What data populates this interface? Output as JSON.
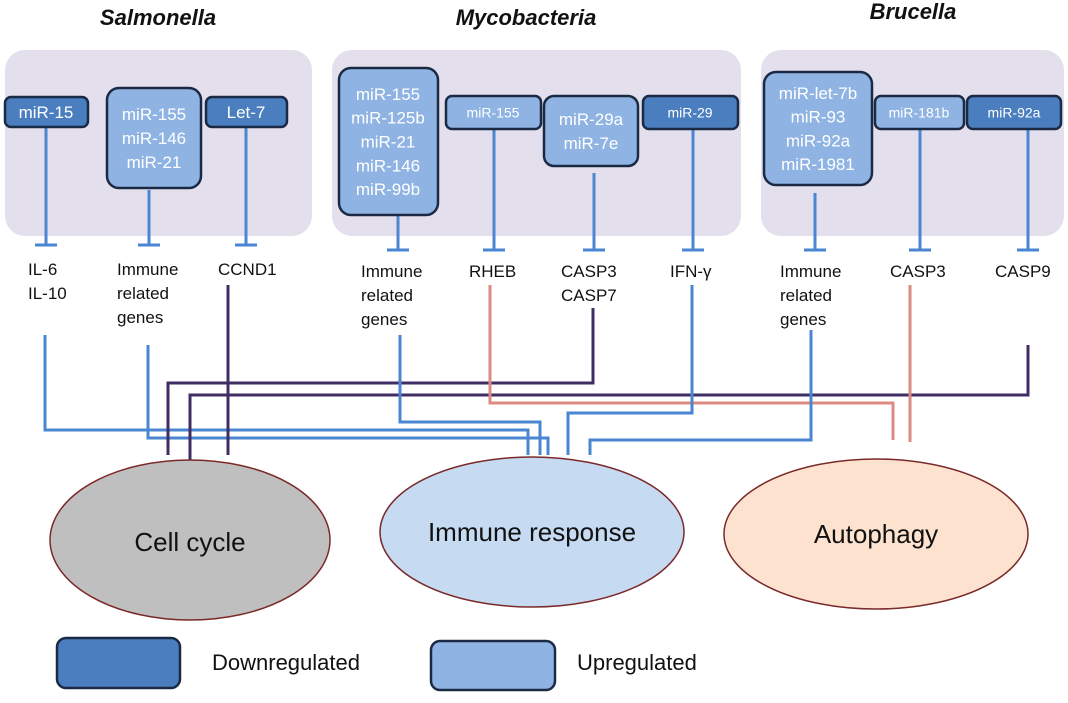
{
  "colors": {
    "panel": "#e4dfec",
    "down_fill": "#4a7ebf",
    "up_fill": "#8fb4e3",
    "box_stroke": "#1b2a44",
    "line_blue": "#4a86d1",
    "line_purple": "#3f2d63",
    "line_salmon": "#dd8a82",
    "cell_cycle_fill": "#bfbfbf",
    "immune_fill": "#c6daf2",
    "autophagy_fill": "#fde3cf",
    "ellipse_stroke": "#7a2a2a"
  },
  "groups": [
    {
      "title": "Salmonella"
    },
    {
      "title": "Mycobacteria"
    },
    {
      "title": "Brucella"
    }
  ],
  "mirnas": [
    {
      "text": "miR-15",
      "status": "down"
    },
    {
      "text": "miR-155\nmiR-146\nmiR-21",
      "status": "up"
    },
    {
      "text": "Let-7",
      "status": "down"
    },
    {
      "text": "miR-155\nmiR-125b\nmiR-21\nmiR-146\nmiR-99b",
      "status": "up"
    },
    {
      "text": "miR-155",
      "status": "up"
    },
    {
      "text": "miR-29a\nmiR-7e",
      "status": "up"
    },
    {
      "text": "miR-29",
      "status": "down"
    },
    {
      "text": "miR-let-7b\nmiR-93\nmiR-92a\nmiR-1981",
      "status": "up"
    },
    {
      "text": "miR-181b",
      "status": "up"
    },
    {
      "text": "miR-92a",
      "status": "down"
    }
  ],
  "targets": [
    {
      "text": "IL-6\nIL-10"
    },
    {
      "text": "Immune\nrelated\ngenes"
    },
    {
      "text": "CCND1"
    },
    {
      "text": "Immune\nrelated\ngenes"
    },
    {
      "text": "RHEB"
    },
    {
      "text": "CASP3\nCASP7"
    },
    {
      "text": "IFN-γ"
    },
    {
      "text": "Immune\nrelated\ngenes"
    },
    {
      "text": "CASP3"
    },
    {
      "text": "CASP9"
    }
  ],
  "outcomes": [
    {
      "text": "Cell cycle",
      "fill": "#bfbfbf"
    },
    {
      "text": "Immune response",
      "fill": "#c6daf2"
    },
    {
      "text": "Autophagy",
      "fill": "#fde3cf"
    }
  ],
  "legend": {
    "down_label": "Downregulated",
    "up_label": "Upregulated"
  }
}
